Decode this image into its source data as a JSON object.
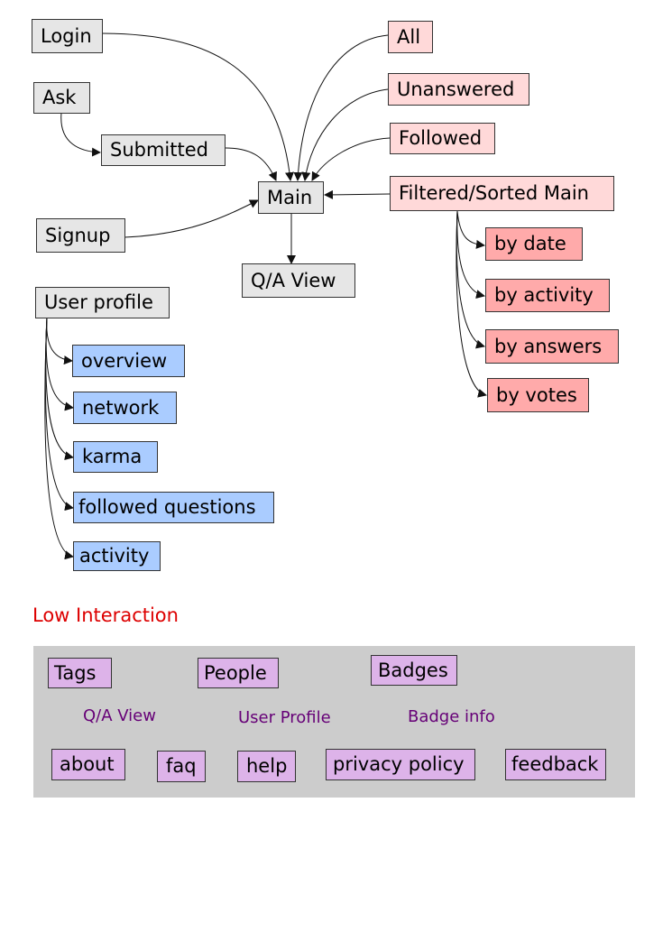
{
  "nodes": {
    "login": "Login",
    "ask": "Ask",
    "submitted": "Submitted",
    "signup": "Signup",
    "main": "Main",
    "qa_view": "Q/A View",
    "all": "All",
    "unanswered": "Unanswered",
    "followed": "Followed",
    "filtered_sorted_main": "Filtered/Sorted Main",
    "by_date": "by date",
    "by_activity": "by activity",
    "by_answers": "by answers",
    "by_votes": "by votes"
  },
  "user_profile": {
    "label": "User profile",
    "tabs": [
      "overview",
      "network",
      "karma",
      "followed questions",
      "activity"
    ]
  },
  "low_interaction": {
    "title": "Low Interaction",
    "tags": "Tags",
    "tags_target": "Q/A View",
    "people": "People",
    "people_target": "User Profile",
    "badges": "Badges",
    "badges_target": "Badge info",
    "footer_links": [
      "about",
      "faq",
      "help",
      "privacy policy",
      "feedback"
    ]
  },
  "colors": {
    "gray": "#e6e6e6",
    "pink": "#ffd9d9",
    "red": "#ffaaaa",
    "blue": "#aaccff",
    "purple": "#ddb3e9",
    "panel": "#cccccc",
    "section_title": "#dd0000",
    "sublink": "#660077"
  }
}
